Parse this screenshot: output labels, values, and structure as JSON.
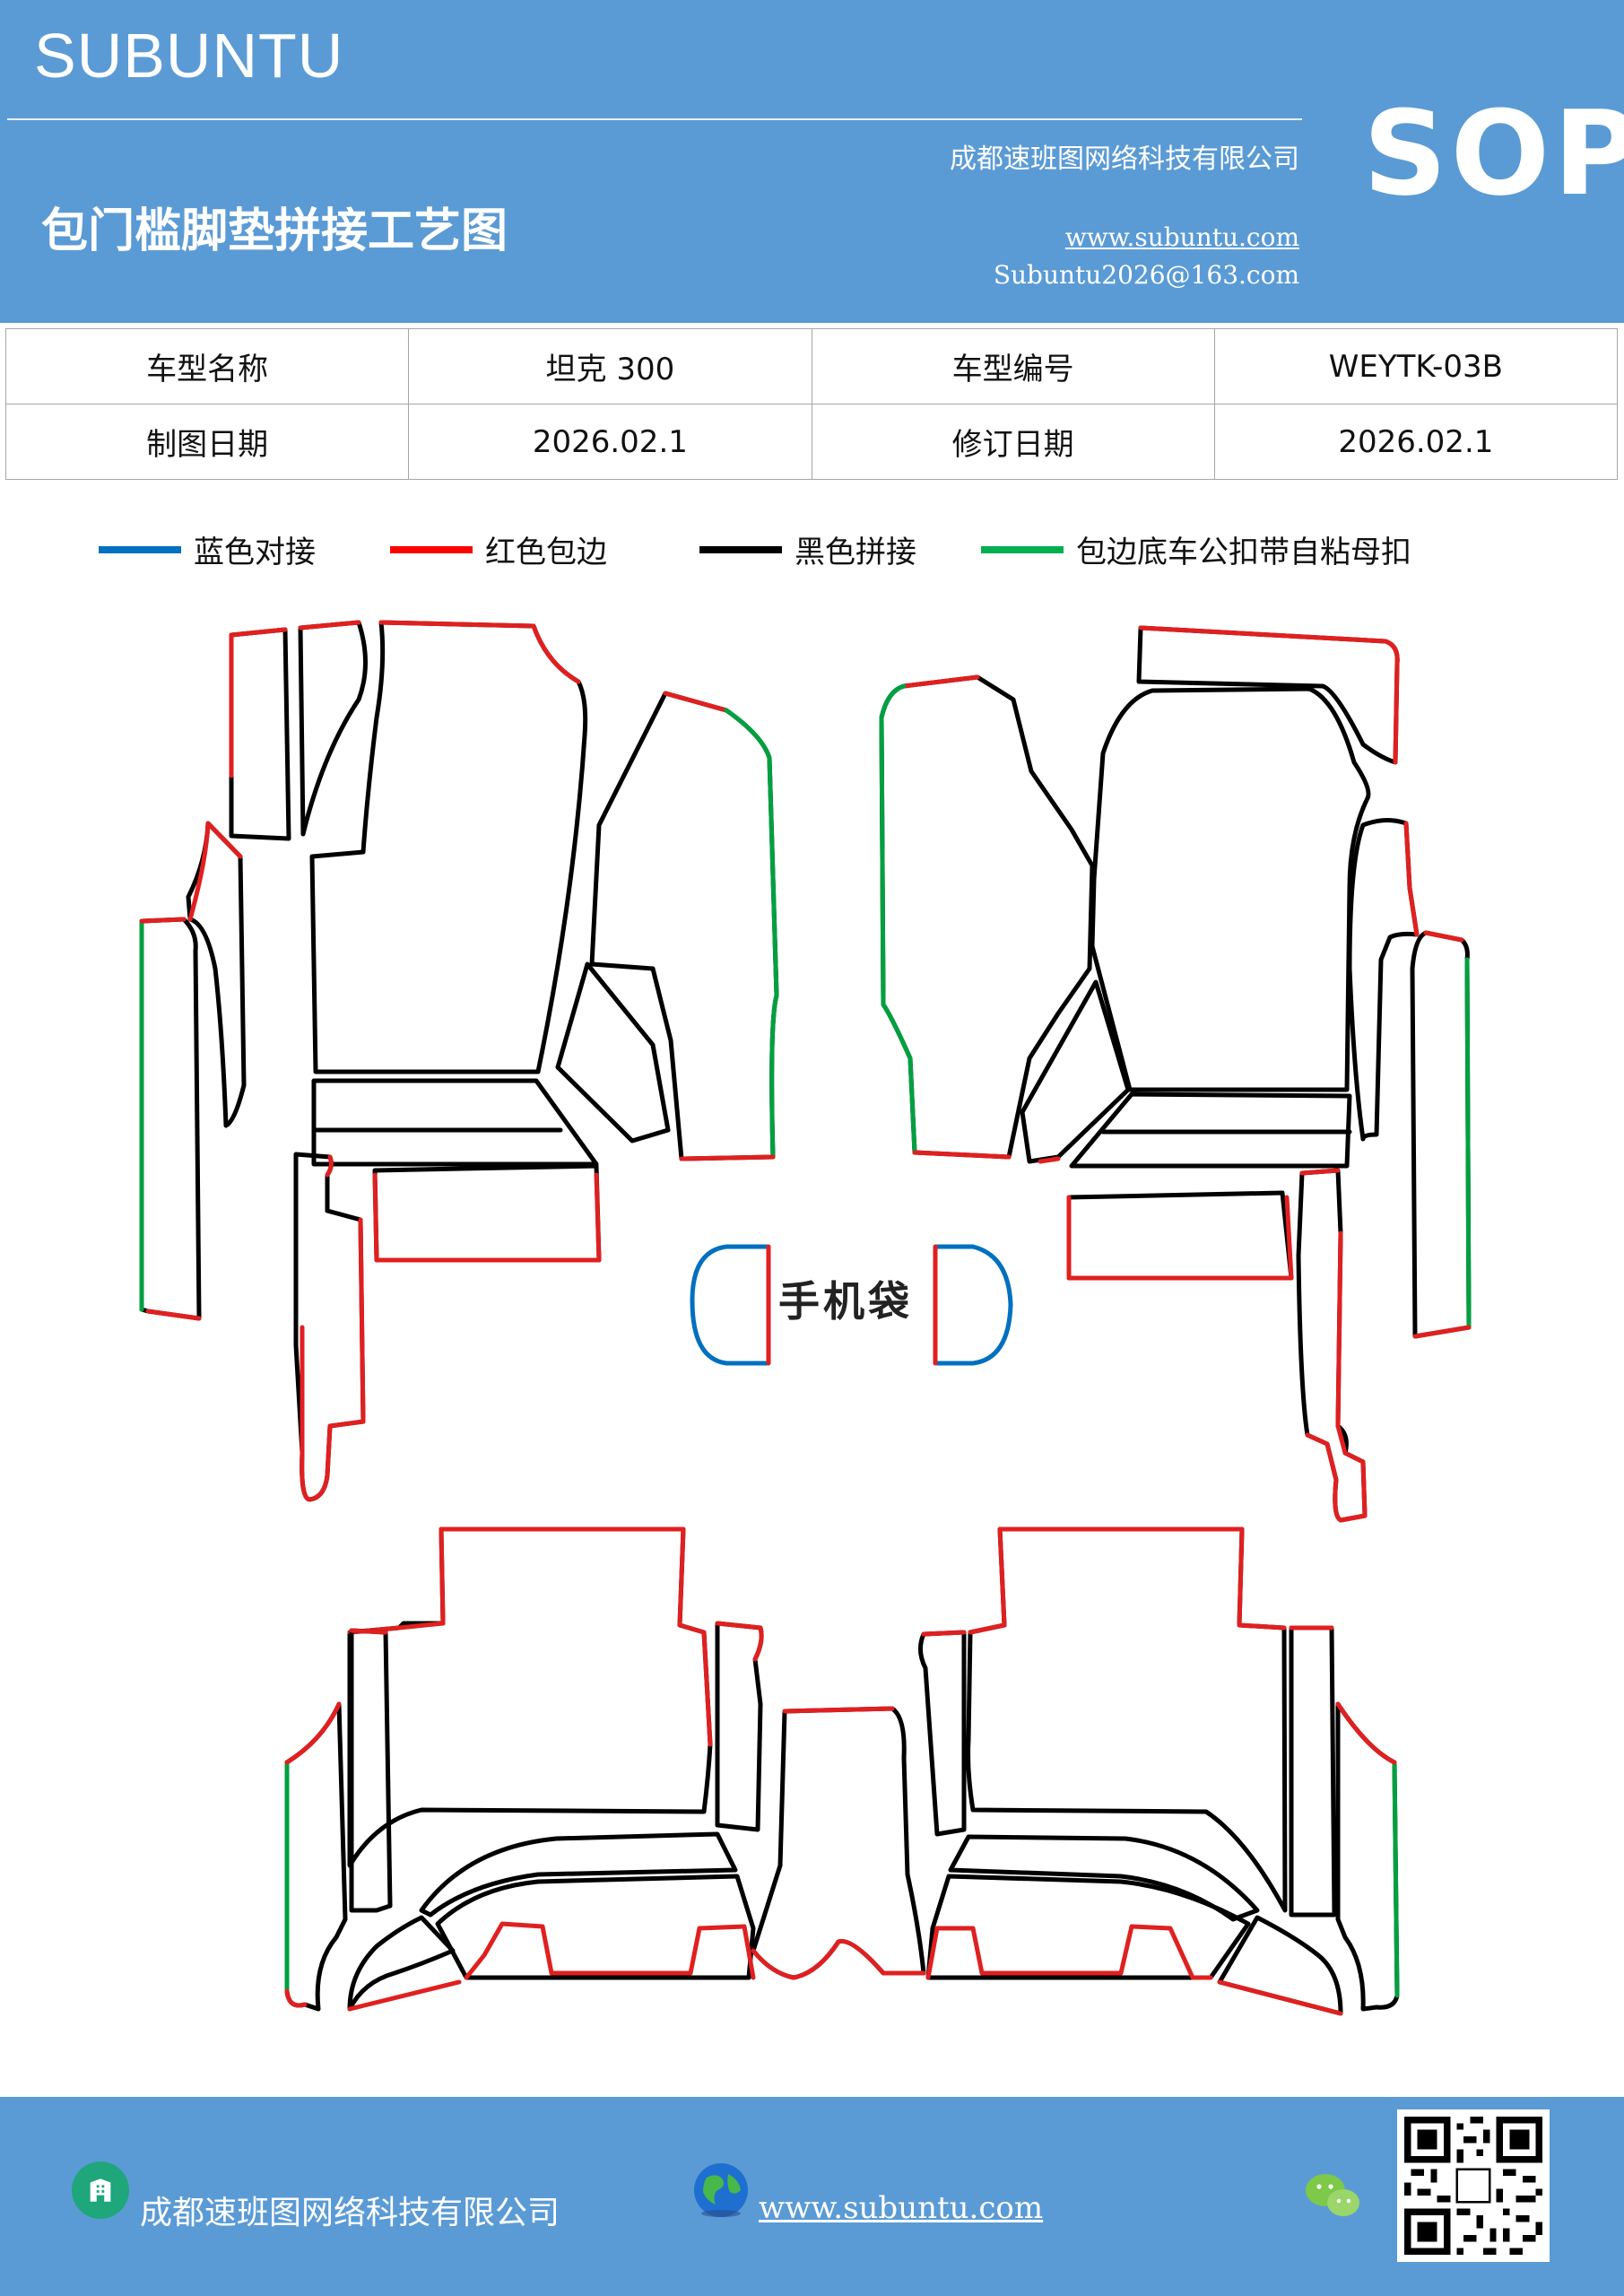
{
  "header": {
    "brand": "SUBUNTU",
    "sop": "SOP",
    "title": "包门槛脚垫拼接工艺图",
    "company": "成都速班图网络科技有限公司",
    "url": "www.subuntu.com",
    "email": "Subuntu2026@163.com",
    "background_color": "#5b9bd5"
  },
  "info_table": {
    "rows": [
      [
        "车型名称",
        "坦克 300",
        "车型编号",
        "WEYTK-03B"
      ],
      [
        "制图日期",
        "2026.02.1",
        "修订日期",
        "2026.02.1"
      ]
    ]
  },
  "legend": [
    {
      "label": "蓝色对接",
      "color": "#0070c0"
    },
    {
      "label": "红色包边",
      "color": "#ff0000"
    },
    {
      "label": "黑色拼接",
      "color": "#000000"
    },
    {
      "label": "包边底车公扣带自粘母扣",
      "color": "#00b050"
    }
  ],
  "drawing": {
    "pocket_label": "手机袋"
  },
  "footer": {
    "company": "成都速班图网络科技有限公司",
    "url": "www.subuntu.com",
    "icons": [
      "building-icon",
      "globe-icon",
      "wechat-icon",
      "qr-code"
    ]
  }
}
